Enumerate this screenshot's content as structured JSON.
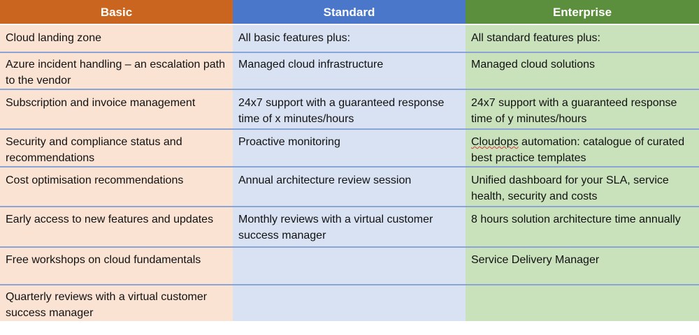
{
  "headers": {
    "basic": "Basic",
    "standard": "Standard",
    "enterprise": "Enterprise"
  },
  "colors": {
    "basic_header": "#c9651f",
    "standard_header": "#4a77c9",
    "enterprise_header": "#5c8f3d",
    "basic_cell": "#fbe3d3",
    "standard_cell": "#d9e2f3",
    "enterprise_cell": "#c9e2bc",
    "row_divider": "#8aa4d6"
  },
  "rows": [
    {
      "basic": "Cloud landing zone",
      "standard": "All basic features plus:",
      "enterprise": "All standard features plus:"
    },
    {
      "basic": "Azure incident handling – an escalation path to the vendor",
      "standard": "Managed cloud infrastructure",
      "enterprise": "Managed cloud solutions"
    },
    {
      "basic": "Subscription and invoice management",
      "standard": "24x7 support with a guaranteed response time of x minutes/hours",
      "enterprise": "24x7 support with a guaranteed response time of y minutes/hours"
    },
    {
      "basic": "Security and compliance status and recommendations",
      "standard": "Proactive monitoring",
      "enterprise_word": "Cloudops",
      "enterprise_rest": " automation: catalogue of curated best practice templates"
    },
    {
      "basic": "Cost optimisation recommendations",
      "standard": "Annual architecture review session",
      "enterprise": "Unified dashboard for your SLA, service health, security and costs"
    },
    {
      "basic": "Early access to new features and updates",
      "standard": "Monthly reviews with a virtual customer success manager",
      "enterprise": "8 hours solution architecture time annually"
    },
    {
      "basic": "Free workshops on cloud fundamentals",
      "standard": "",
      "enterprise": "Service Delivery Manager"
    },
    {
      "basic": "Quarterly reviews with a virtual customer success manager",
      "standard": "",
      "enterprise": ""
    }
  ]
}
